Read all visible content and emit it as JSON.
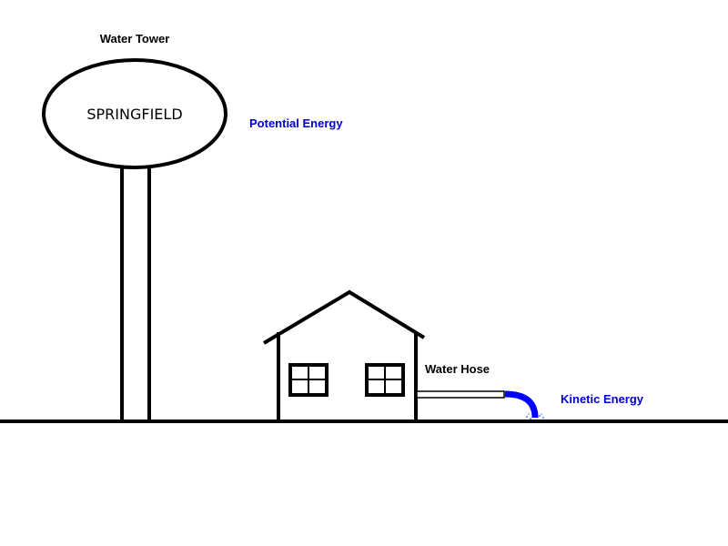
{
  "labels": {
    "water_tower": "Water Tower",
    "tank_name": "SPRINGFIELD",
    "potential_energy": "Potential Energy",
    "water_hose": "Water Hose",
    "kinetic_energy": "Kinetic Energy"
  },
  "colors": {
    "line": "#000000",
    "energy_label": "#0000cc",
    "water": "#0000ff",
    "background": "#ffffff"
  }
}
